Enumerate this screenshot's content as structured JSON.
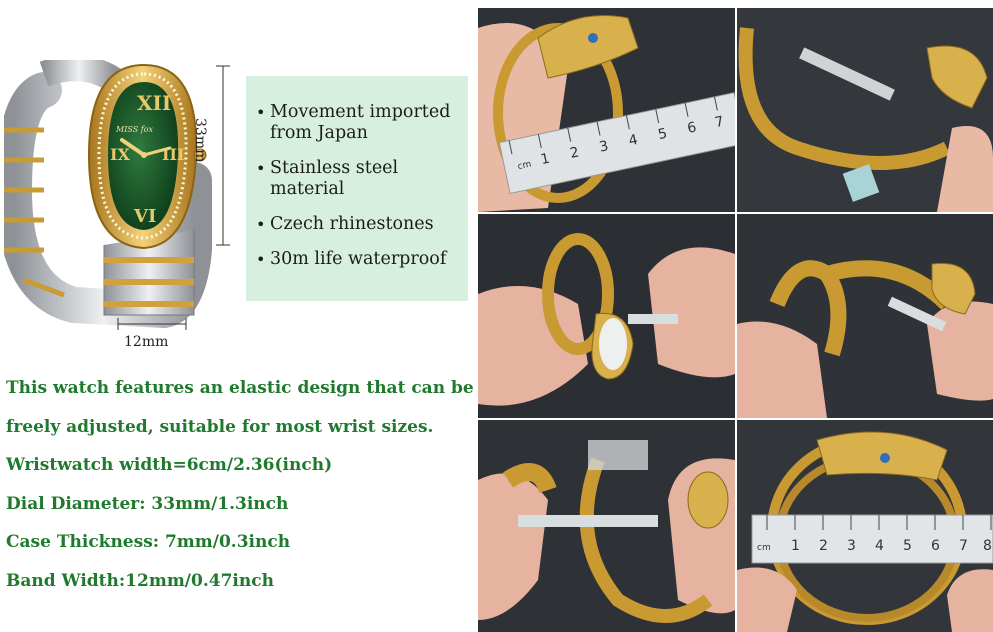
{
  "features": [
    "Movement imported from Japan",
    "Stainless steel material",
    "Czech rhinestones",
    "30m life waterproof"
  ],
  "dimensions": {
    "height_label": "33mm",
    "width_label": "12mm"
  },
  "dial_brand": "MISS fox",
  "specs": [
    "This watch features an elastic design that can be",
    "freely adjusted, suitable for most wrist sizes.",
    "Wristwatch width=6cm/2.36(inch)",
    "Dial Diameter: 33mm/1.3inch",
    "Case Thickness: 7mm/0.3inch",
    "Band Width:12mm/0.47inch"
  ],
  "colors": {
    "spec_text": "#1f7a2e",
    "feature_bg": "#d6efde",
    "dial_green": "#1d5a2c",
    "gold": "#d4a63a"
  },
  "photos": [
    {
      "name": "photo-measure-dial",
      "ruler_numbers": [
        "1",
        "2",
        "3",
        "4",
        "5",
        "6",
        "7"
      ],
      "ruler_unit": "cm"
    },
    {
      "name": "photo-coil-band"
    },
    {
      "name": "photo-hands-stretch"
    },
    {
      "name": "photo-hands-bend"
    },
    {
      "name": "photo-open-coil"
    },
    {
      "name": "photo-measure-coil",
      "ruler_numbers": [
        "1",
        "2",
        "3",
        "4",
        "5",
        "6",
        "7",
        "8"
      ],
      "ruler_unit": "cm"
    }
  ]
}
